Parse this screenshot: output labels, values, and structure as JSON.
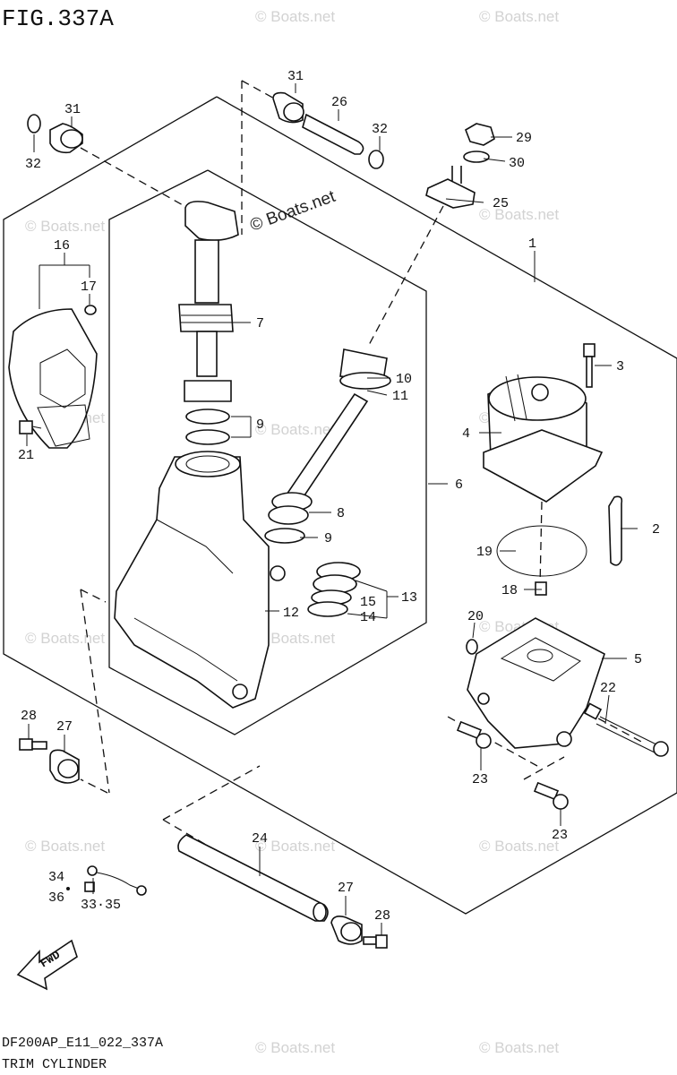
{
  "figure_title": "FIG.337A",
  "footer": {
    "code": "DF200AP_E11_022_337A",
    "name": "TRIM CYLINDER"
  },
  "watermark": "© Boats.net",
  "watermark_main": "© Boats.net",
  "fwd_label": "FWD",
  "callouts": {
    "c1": "1",
    "c2": "2",
    "c3": "3",
    "c4": "4",
    "c5": "5",
    "c6": "6",
    "c7": "7",
    "c8": "8",
    "c9a": "9",
    "c9b": "9",
    "c10": "10",
    "c11": "11",
    "c12": "12",
    "c13": "13",
    "c14": "14",
    "c15": "15",
    "c16": "16",
    "c17": "17",
    "c18": "18",
    "c19": "19",
    "c20": "20",
    "c21": "21",
    "c22": "22",
    "c23a": "23",
    "c23b": "23",
    "c24": "24",
    "c25": "25",
    "c26": "26",
    "c27a": "27",
    "c27b": "27",
    "c28a": "28",
    "c28b": "28",
    "c29": "29",
    "c30": "30",
    "c31a": "31",
    "c31b": "31",
    "c32a": "32",
    "c32b": "32",
    "c33": "33·35",
    "c34": "34",
    "c36": "36"
  }
}
